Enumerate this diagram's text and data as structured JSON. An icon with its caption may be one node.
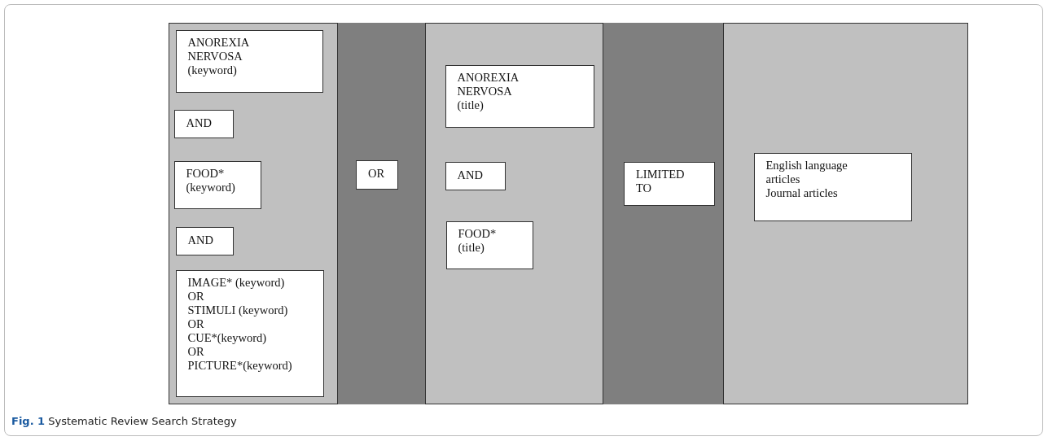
{
  "diagram": {
    "caption": "**Fig. 1** Systematic Review Search Strategy",
    "nodes": [
      {
        "text": [],
        "shape": "box"
      },
      {
        "text": [
          "ANOREXIA NERVOSA (keyword)"
        ],
        "in": 0
      },
      {
        "text": [
          "AND"
        ],
        "in": 0
      },
      {
        "text": [
          "FOOD* (keyword)"
        ],
        "in": 0
      },
      {
        "text": [
          "AND"
        ],
        "in": 0
      },
      {
        "text": [
          "IMAGE* (keyword) OR STIMULI (keyword) OR CUE*(keyword) OR PICTURE*(keyword)"
        ],
        "in": 0
      },
      {
        "text": [],
        "shape": "box"
      },
      {
        "text": [
          "OR"
        ],
        "in": 6
      },
      {
        "text": [],
        "shape": "box"
      },
      {
        "text": [
          "ANOREXIA NERVOSA (title)"
        ],
        "in": 8
      },
      {
        "text": [
          "AND"
        ],
        "in": 8
      },
      {
        "text": [
          "FOOD* (title)"
        ],
        "in": 8
      },
      {
        "text": [],
        "shape": "box"
      },
      {
        "text": [
          "LIMITED TO"
        ],
        "in": 12
      },
      {
        "text": [],
        "shape": "box"
      },
      {
        "text": [
          "English language articles Journal articles"
        ],
        "in": 14
      }
    ],
    "edges": []
  }
}
